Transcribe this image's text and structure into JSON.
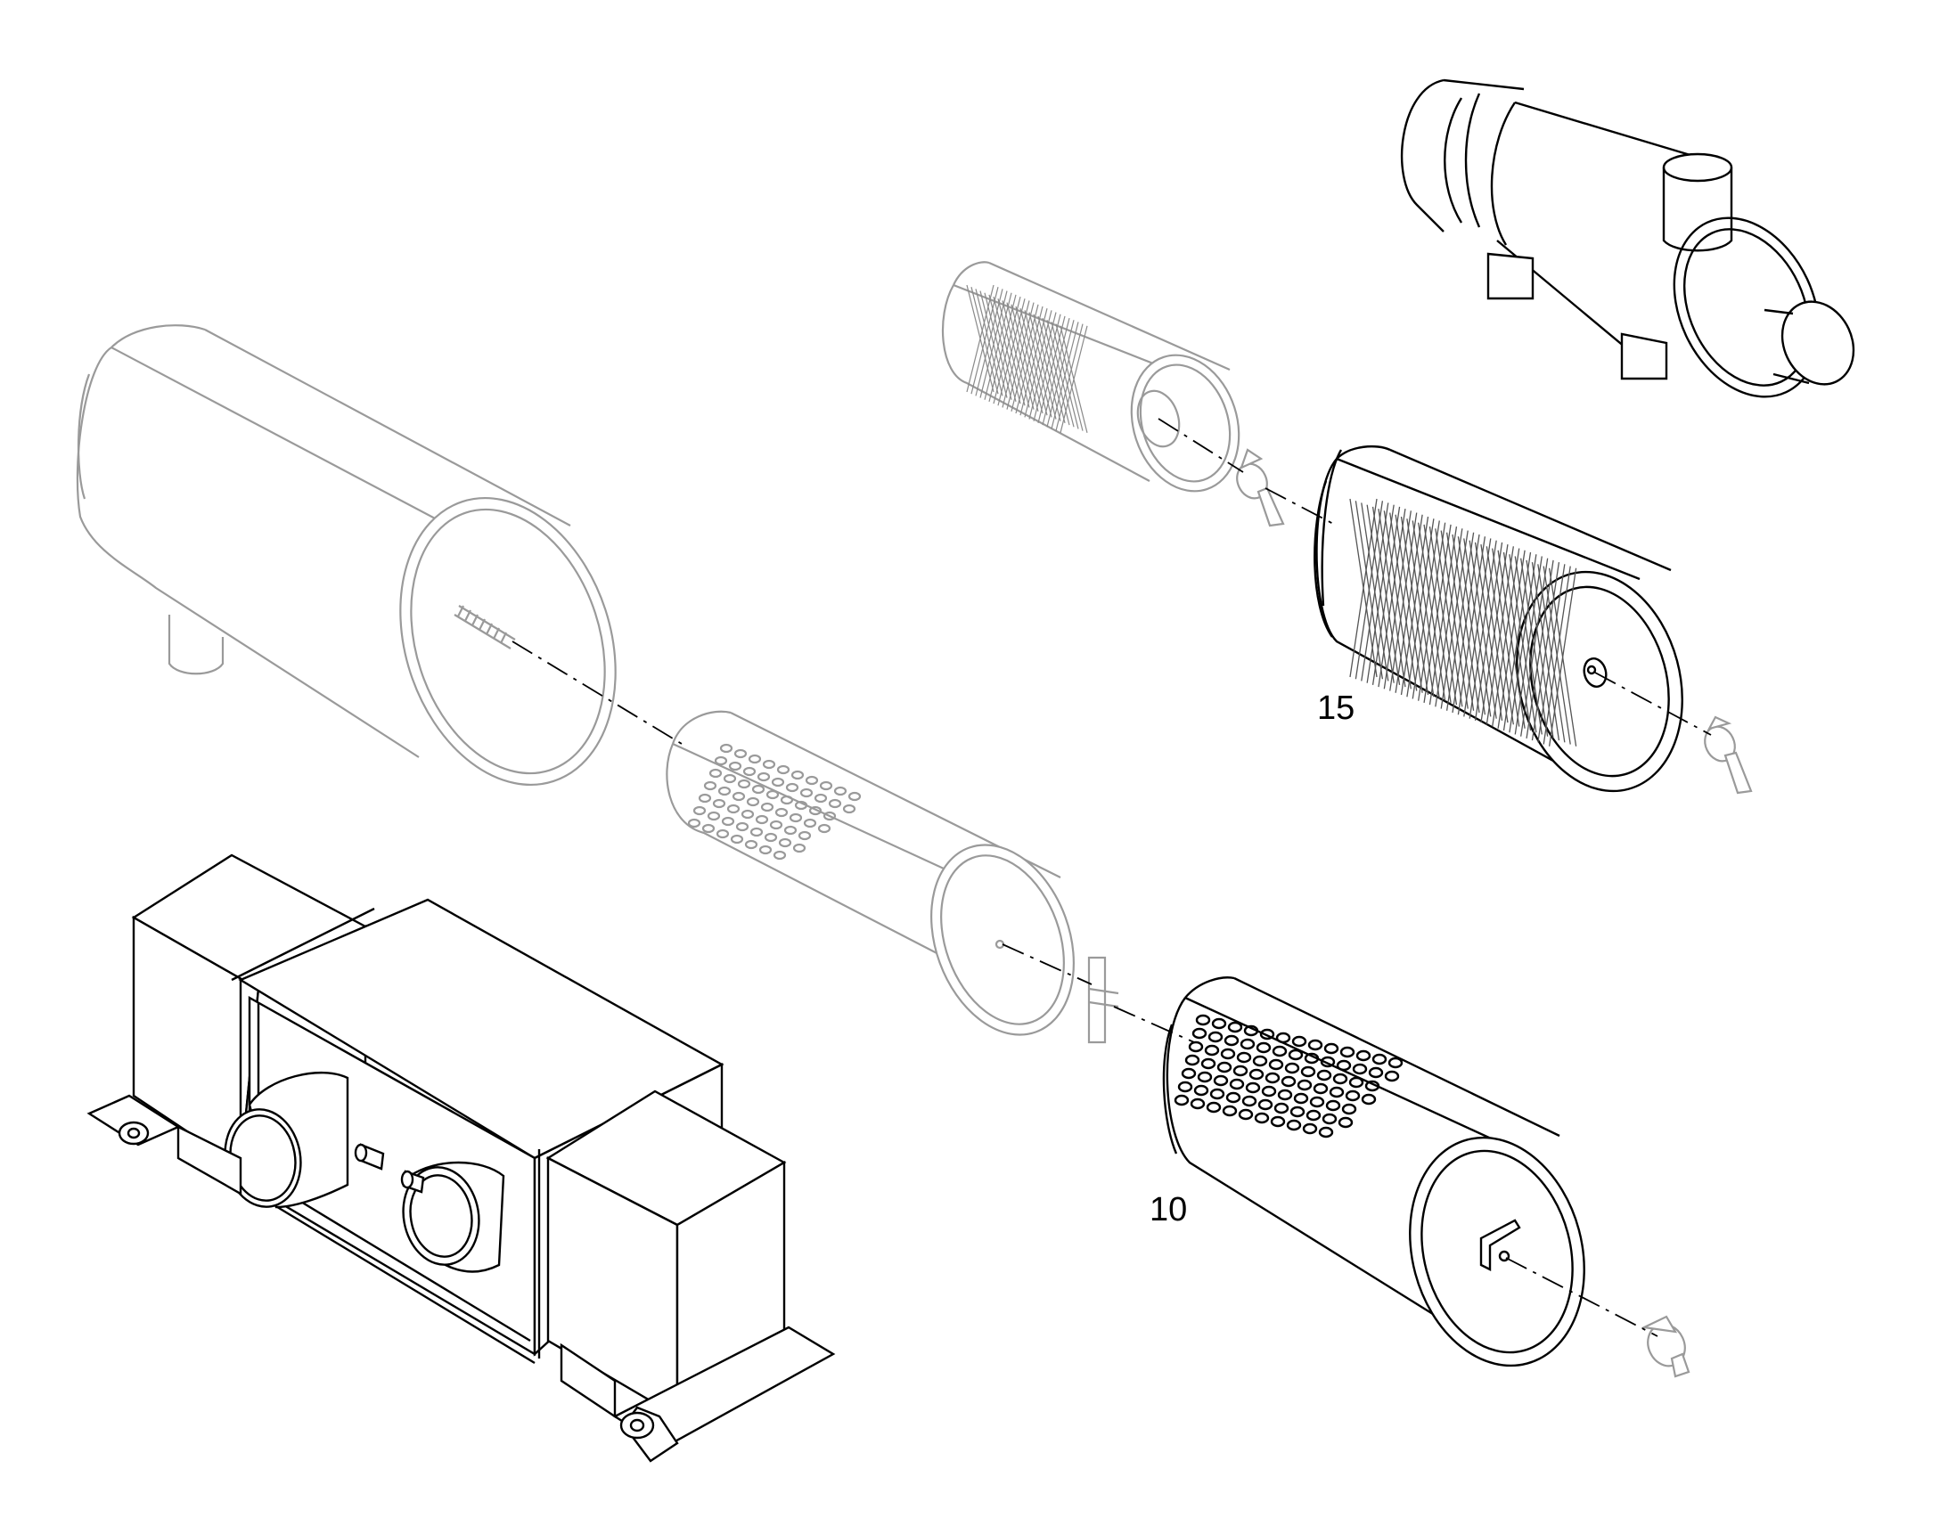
{
  "diagram": {
    "callouts": [
      {
        "id": "15",
        "text": "15"
      },
      {
        "id": "10",
        "text": "10"
      }
    ],
    "colors": {
      "ghost_parts": "#9a9a9a",
      "highlighted_parts": "#000000",
      "background": "#ffffff"
    }
  }
}
